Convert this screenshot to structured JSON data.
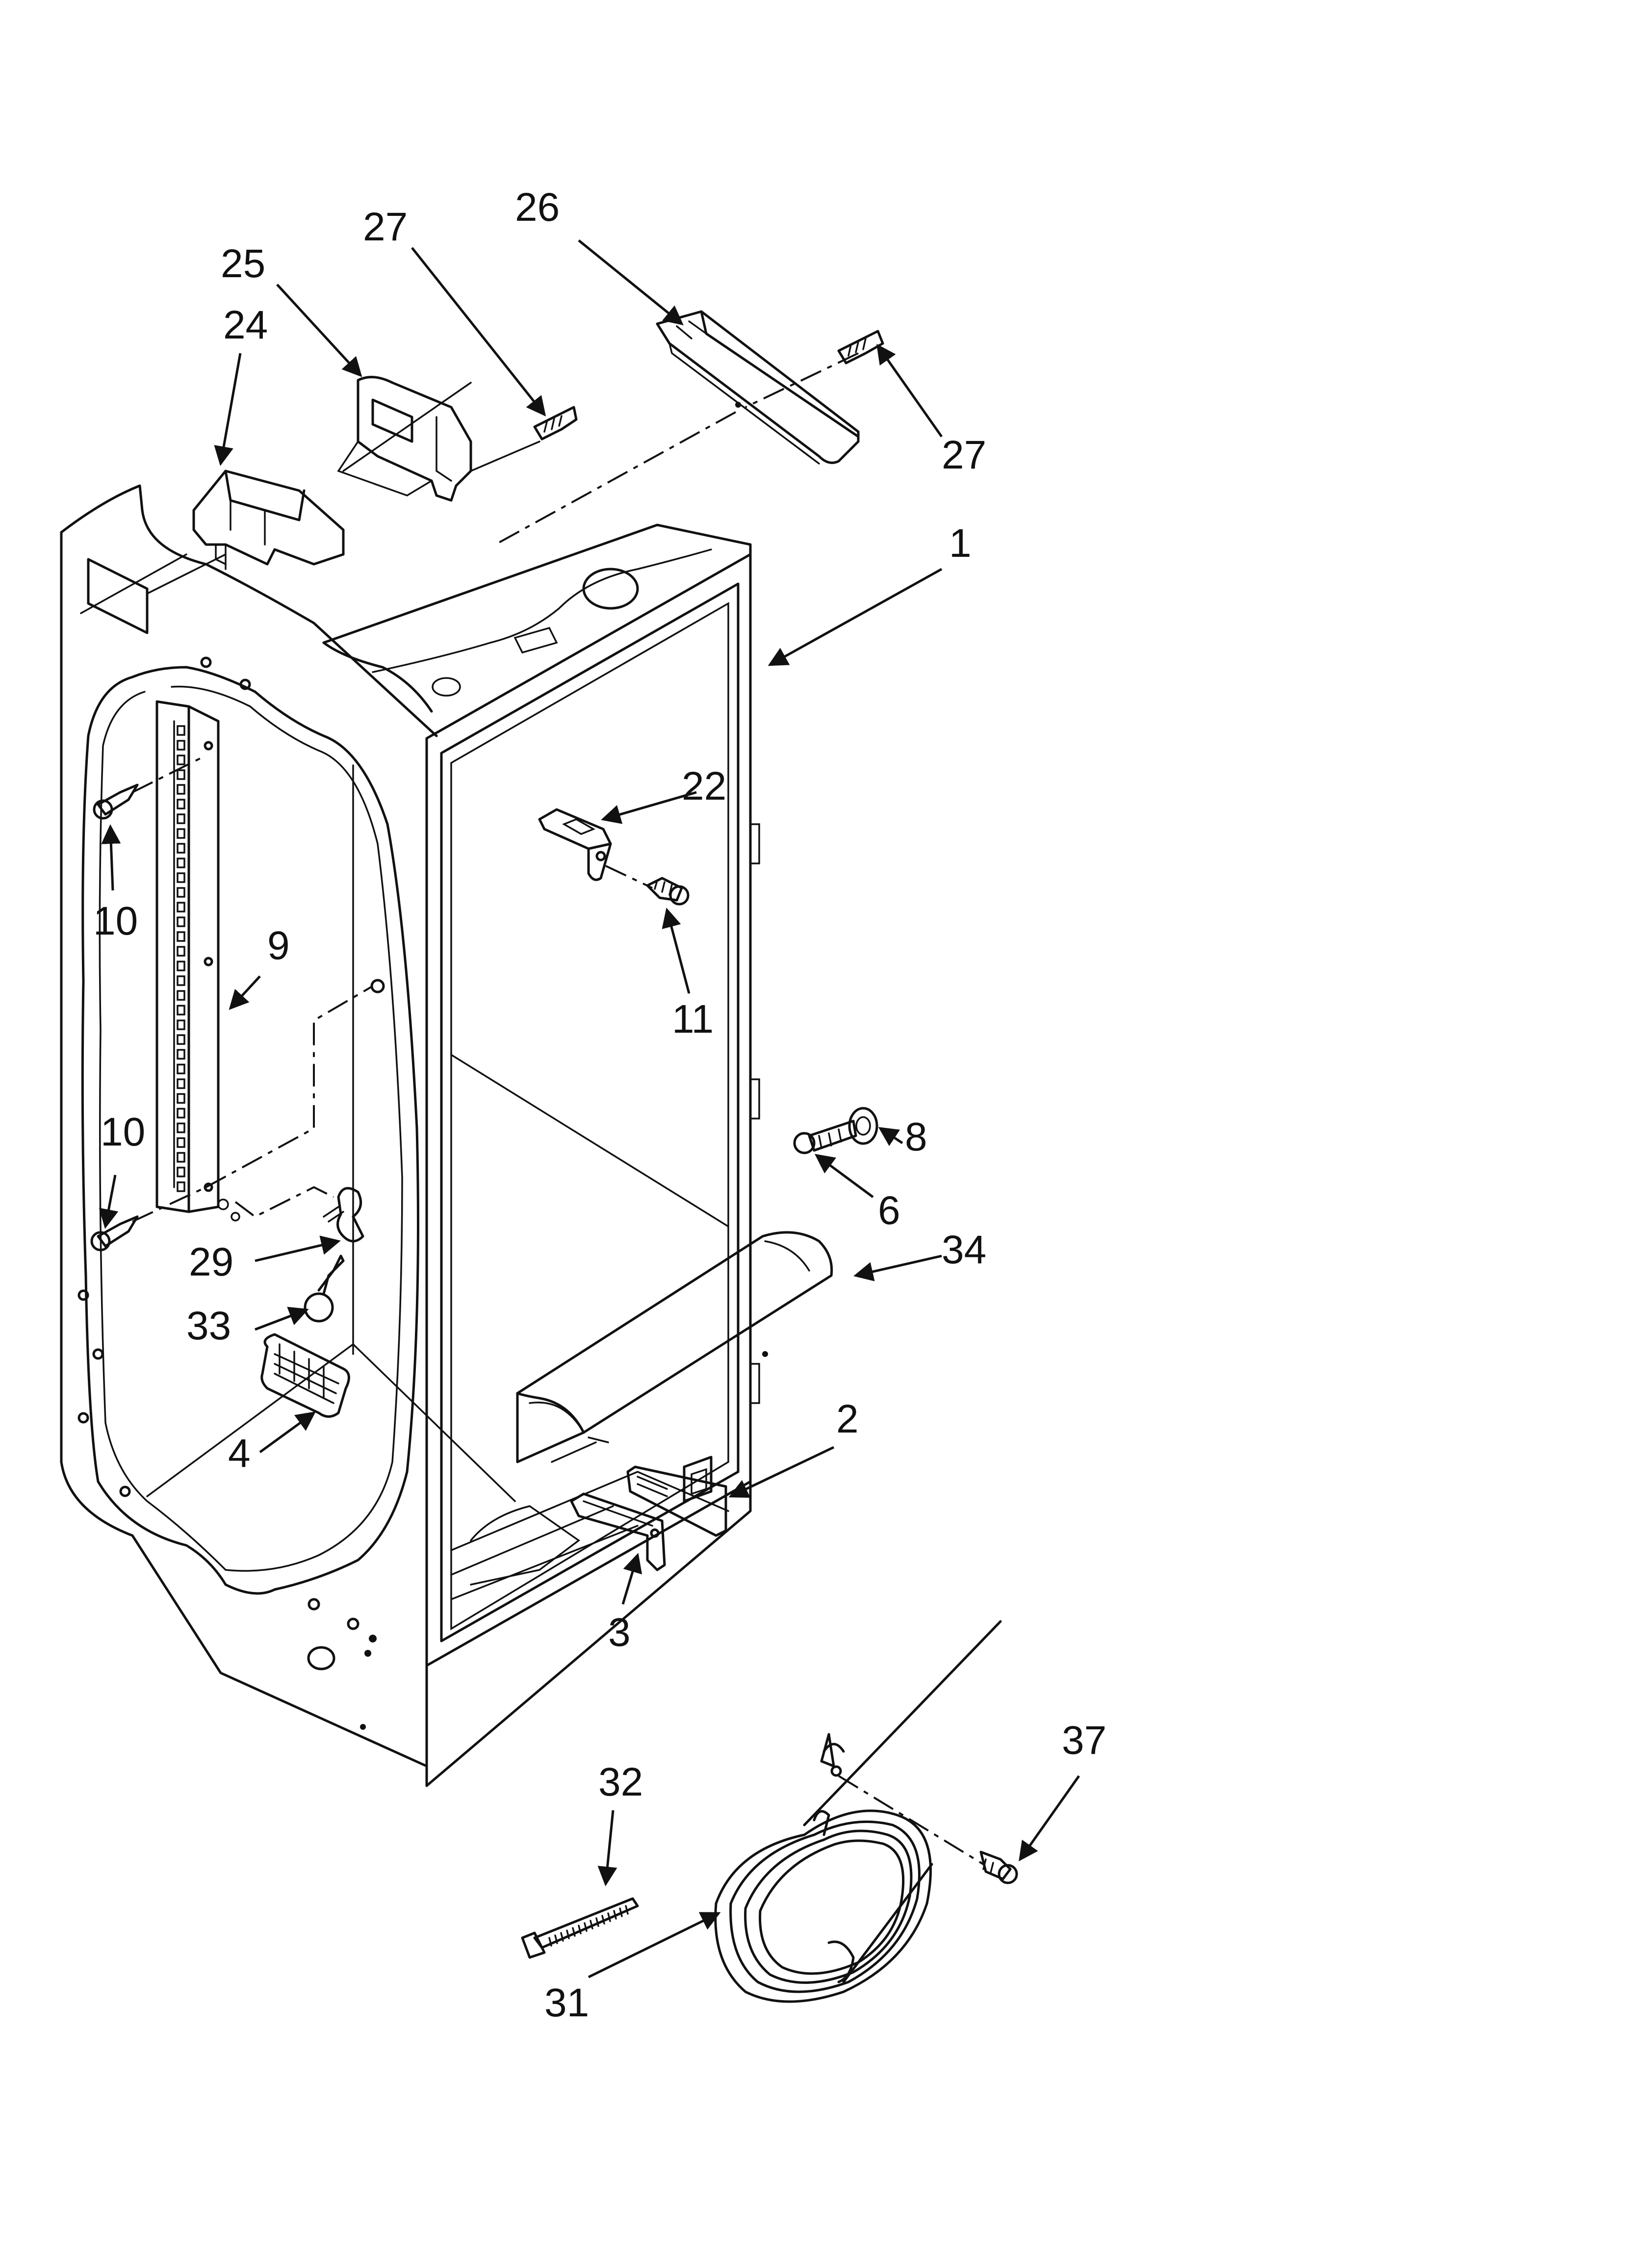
{
  "diagram": {
    "labels": [
      {
        "id": "27a",
        "text": "27"
      },
      {
        "id": "26",
        "text": "26"
      },
      {
        "id": "25",
        "text": "25"
      },
      {
        "id": "24",
        "text": "24"
      },
      {
        "id": "27b",
        "text": "27"
      },
      {
        "id": "1",
        "text": "1"
      },
      {
        "id": "22",
        "text": "22"
      },
      {
        "id": "10a",
        "text": "10"
      },
      {
        "id": "9",
        "text": "9"
      },
      {
        "id": "11",
        "text": "11"
      },
      {
        "id": "10b",
        "text": "10"
      },
      {
        "id": "8",
        "text": "8"
      },
      {
        "id": "6",
        "text": "6"
      },
      {
        "id": "29",
        "text": "29"
      },
      {
        "id": "34",
        "text": "34"
      },
      {
        "id": "33",
        "text": "33"
      },
      {
        "id": "2",
        "text": "2"
      },
      {
        "id": "4",
        "text": "4"
      },
      {
        "id": "3",
        "text": "3"
      },
      {
        "id": "37",
        "text": "37"
      },
      {
        "id": "32",
        "text": "32"
      },
      {
        "id": "31",
        "text": "31"
      }
    ]
  }
}
